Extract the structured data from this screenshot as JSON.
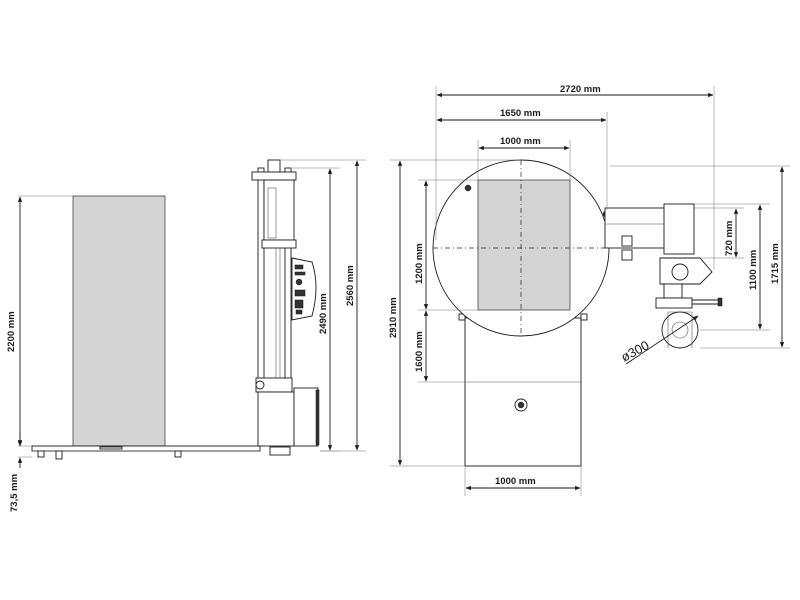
{
  "dimensions": {
    "height_load": "2200 mm",
    "base_height": "73,5 mm",
    "mast_height_2490": "2490 mm",
    "mast_height_2560": "2560 mm",
    "total_width": "2720 mm",
    "width_1650": "1650 mm",
    "load_width_top": "1000 mm",
    "total_depth": "2910 mm",
    "load_depth_1200": "1200 mm",
    "ramp_depth_1600": "1600 mm",
    "arm_720": "720 mm",
    "arm_1100": "1100 mm",
    "arm_1715": "1715 mm",
    "ramp_width_bottom": "1000 mm",
    "wheel_diameter": "ø300"
  },
  "colors": {
    "line": "#1a1a1a",
    "load_fill": "#d4d4d4",
    "background": "#ffffff"
  }
}
